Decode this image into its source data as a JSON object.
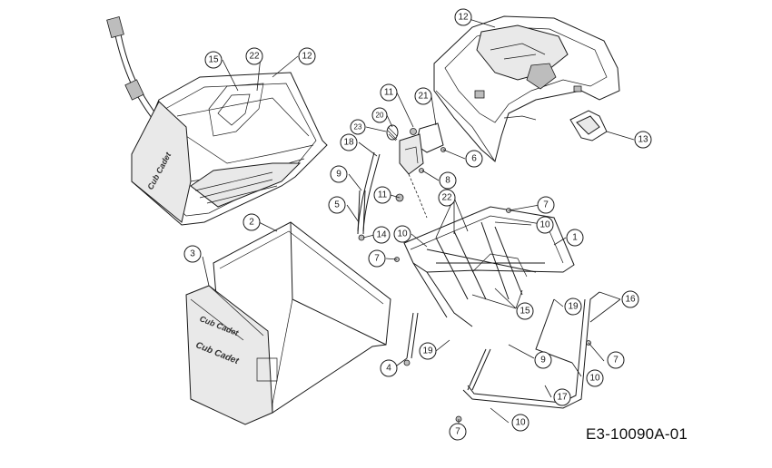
{
  "drawing_code": "E3-10090A-01",
  "callouts": [
    {
      "label": "12"
    },
    {
      "label": "15"
    },
    {
      "label": "22"
    },
    {
      "label": "12"
    },
    {
      "label": "11"
    },
    {
      "label": "21"
    },
    {
      "label": "20"
    },
    {
      "label": "23"
    },
    {
      "label": "18"
    },
    {
      "label": "13"
    },
    {
      "label": "6"
    },
    {
      "label": "8"
    },
    {
      "label": "9"
    },
    {
      "label": "11"
    },
    {
      "label": "22"
    },
    {
      "label": "7"
    },
    {
      "label": "5"
    },
    {
      "label": "10"
    },
    {
      "label": "14"
    },
    {
      "label": "2"
    },
    {
      "label": "10"
    },
    {
      "label": "1"
    },
    {
      "label": "3"
    },
    {
      "label": "7"
    },
    {
      "label": "16"
    },
    {
      "label": "15"
    },
    {
      "label": "19"
    },
    {
      "label": "4"
    },
    {
      "label": "19"
    },
    {
      "label": "9"
    },
    {
      "label": "7"
    },
    {
      "label": "10"
    },
    {
      "label": "17"
    },
    {
      "label": "10"
    },
    {
      "label": "7"
    }
  ],
  "brand_logo_text": "Cub Cadet"
}
